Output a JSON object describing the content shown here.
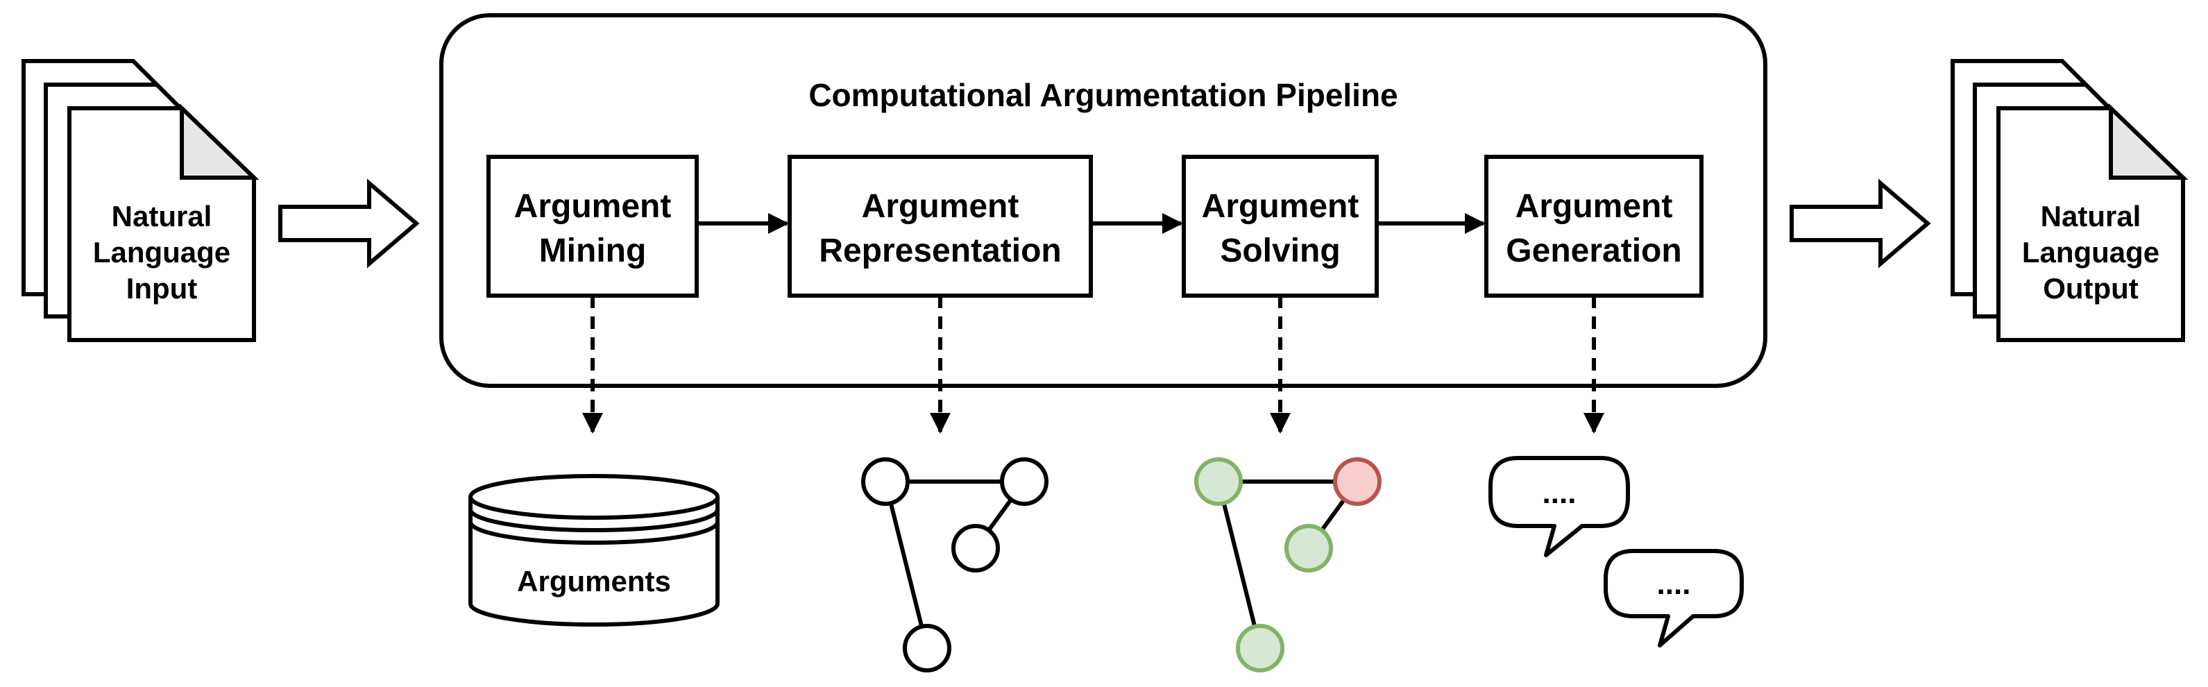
{
  "pipeline": {
    "title": "Computational Argumentation Pipeline"
  },
  "input_document": {
    "label_lines": [
      "Natural",
      "Language",
      "Input"
    ]
  },
  "output_document": {
    "label_lines": [
      "Natural",
      "Language",
      "Output"
    ]
  },
  "stages": [
    {
      "id": "mining",
      "label_lines": [
        "Argument",
        "Mining"
      ]
    },
    {
      "id": "representation",
      "label_lines": [
        "Argument",
        "Representation"
      ]
    },
    {
      "id": "solving",
      "label_lines": [
        "Argument",
        "Solving"
      ]
    },
    {
      "id": "generation",
      "label_lines": [
        "Argument",
        "Generation"
      ]
    }
  ],
  "outputs": {
    "database_label": "Arguments",
    "bubble_1_text": "....",
    "bubble_2_text": "...."
  },
  "colors": {
    "stroke": "#000000",
    "accepted_fill": "#d5e8d4",
    "accepted_stroke": "#82b366",
    "rejected_fill": "#f8cecc",
    "rejected_stroke": "#b85450",
    "doc_fold": "#e6e6e6"
  }
}
